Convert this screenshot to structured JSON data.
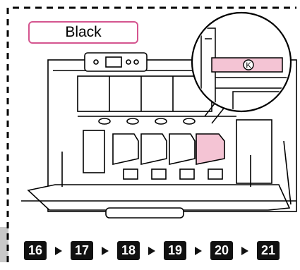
{
  "label": "Black",
  "cartridge_mark": "K",
  "steps": [
    "16",
    "17",
    "18",
    "19",
    "20",
    "21"
  ],
  "colors": {
    "label_border": "#d4558f",
    "highlight": "#f4c4d4"
  }
}
